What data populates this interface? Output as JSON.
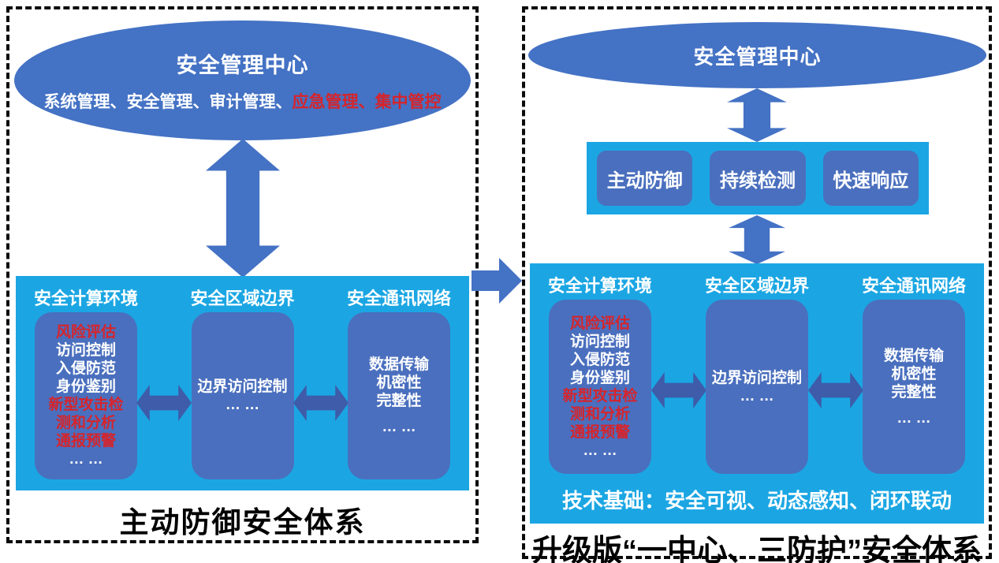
{
  "colors": {
    "primary_blue": "#4472C4",
    "panel_cyan": "#1BA6E3",
    "node_blue": "#4A6FBE",
    "connector_blue": "#3E5CA9",
    "alert_red": "#D6242B",
    "caption_black": "#000000"
  },
  "left_panel": {
    "ellipse": {
      "title": "安全管理中心",
      "subtitle_white": "系统管理、安全管理、审计管理、",
      "subtitle_red": "应急管理、集中管控"
    },
    "columns": [
      {
        "header": "安全计算环境",
        "items": [
          {
            "text": "风险评估",
            "red": true
          },
          {
            "text": "访问控制",
            "red": false
          },
          {
            "text": "入侵防范",
            "red": false
          },
          {
            "text": "身份鉴别",
            "red": false
          },
          {
            "text": "新型攻击检",
            "red": true
          },
          {
            "text": "测和分析",
            "red": true
          },
          {
            "text": "通报预警",
            "red": true
          },
          {
            "text": "… …",
            "red": false
          }
        ]
      },
      {
        "header": "安全区域边界",
        "items": [
          {
            "text": "边界访问控制",
            "red": false
          },
          {
            "text": "… …",
            "red": false
          }
        ]
      },
      {
        "header": "安全通讯网络",
        "items": [
          {
            "text": "数据传输",
            "red": false
          },
          {
            "text": "机密性",
            "red": false
          },
          {
            "text": "完整性",
            "red": false
          },
          {
            "text": "… …",
            "red": false
          }
        ]
      }
    ],
    "caption": "主动防御安全体系"
  },
  "right_panel": {
    "ellipse": {
      "title": "安全管理中心"
    },
    "strategies": [
      "主动防御",
      "持续检测",
      "快速响应"
    ],
    "columns": [
      {
        "header": "安全计算环境",
        "items": [
          {
            "text": "风险评估",
            "red": true
          },
          {
            "text": "访问控制",
            "red": false
          },
          {
            "text": "入侵防范",
            "red": false
          },
          {
            "text": "身份鉴别",
            "red": false
          },
          {
            "text": "新型攻击检",
            "red": true
          },
          {
            "text": "测和分析",
            "red": true
          },
          {
            "text": "通报预警",
            "red": true
          },
          {
            "text": "… …",
            "red": false
          }
        ]
      },
      {
        "header": "安全区域边界",
        "items": [
          {
            "text": "边界访问控制",
            "red": false
          },
          {
            "text": "… …",
            "red": false
          }
        ]
      },
      {
        "header": "安全通讯网络",
        "items": [
          {
            "text": "数据传输",
            "red": false
          },
          {
            "text": "机密性",
            "red": false
          },
          {
            "text": "完整性",
            "red": false
          },
          {
            "text": "… …",
            "red": false
          }
        ]
      }
    ],
    "tech_base": "技术基础：安全可视、动态感知、闭环联动",
    "caption": "升级版“一中心、三防护”安全体系"
  }
}
